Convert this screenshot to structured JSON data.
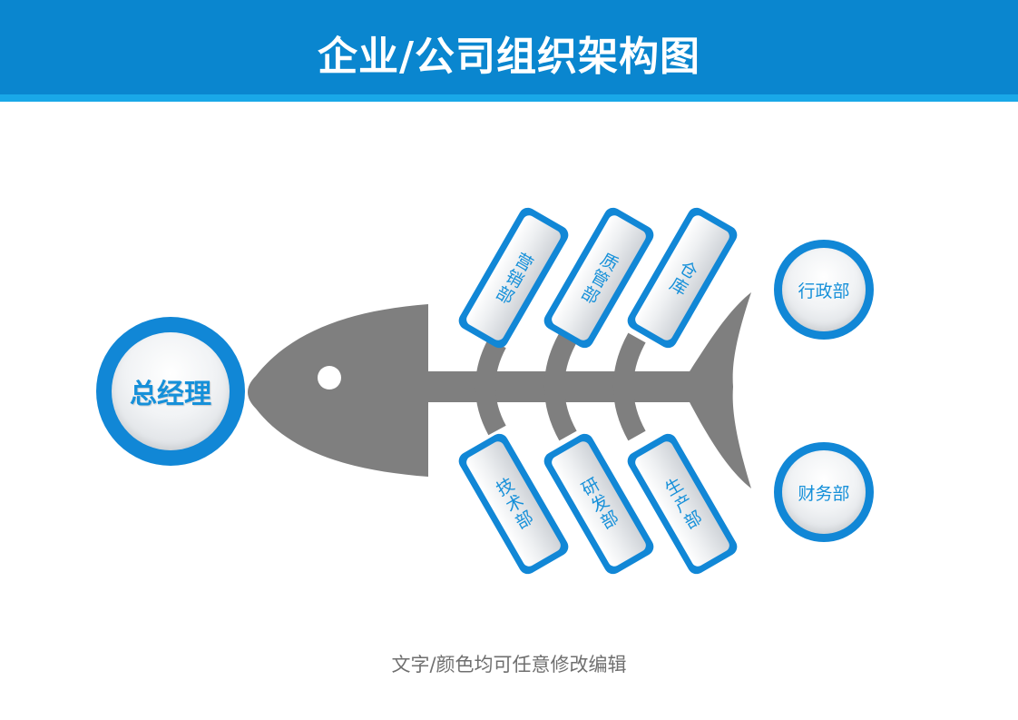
{
  "title": "企业/公司组织架构图",
  "ceo": {
    "label": "总经理"
  },
  "top_departments": [
    {
      "label": "营销部"
    },
    {
      "label": "质管部"
    },
    {
      "label": "仓库"
    }
  ],
  "bottom_departments": [
    {
      "label": "技术部"
    },
    {
      "label": "研发部"
    },
    {
      "label": "生产部"
    }
  ],
  "side_departments": [
    {
      "label": "行政部"
    },
    {
      "label": "财务部"
    }
  ],
  "footer_note": "文字/颜色均可任意修改编辑",
  "colors": {
    "header": "#0a86cf",
    "header_stripe": "#19a8e8",
    "accent": "#1187d6",
    "fish": "#7f7f7f",
    "label_text": "#1690d9"
  },
  "icons": {
    "fish": "fish-skeleton-icon"
  }
}
